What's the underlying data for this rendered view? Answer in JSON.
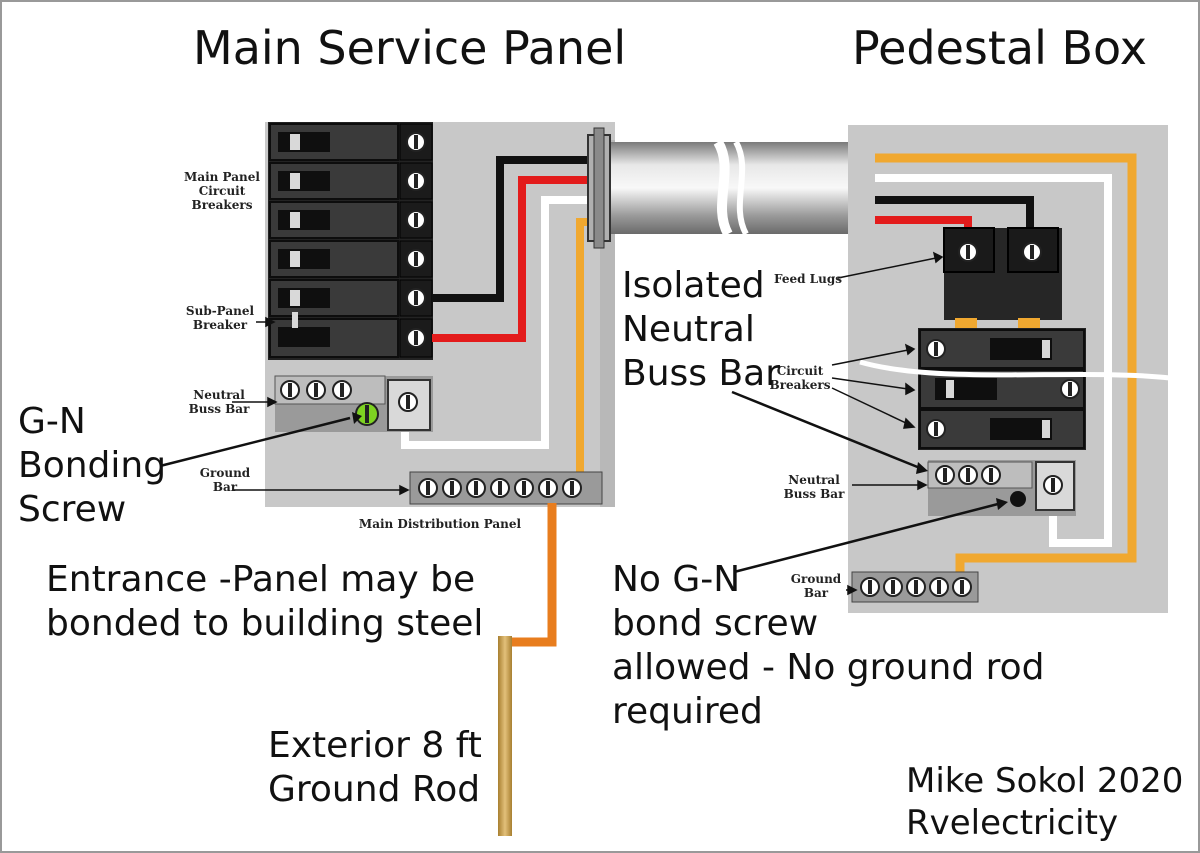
{
  "titles": {
    "main_panel": "Main Service Panel",
    "pedestal": "Pedestal Box"
  },
  "main_panel_labels": {
    "breakers": [
      "Main Panel",
      "Circuit",
      "Breakers"
    ],
    "sub_panel": [
      "Sub-Panel",
      "Breaker"
    ],
    "neutral_bar": [
      "Neutral",
      "Buss Bar"
    ],
    "ground_bar": [
      "Ground",
      "Bar"
    ],
    "distribution": "Main Distribution Panel"
  },
  "pedestal_labels": {
    "feed_lugs": "Feed Lugs",
    "circuit_breakers": [
      "Circuit",
      "Breakers"
    ],
    "neutral_bar": [
      "Neutral",
      "Buss Bar"
    ],
    "ground_bar": [
      "Ground",
      "Bar"
    ]
  },
  "callouts": {
    "gn_bonding": [
      "G-N",
      "Bonding",
      "Screw"
    ],
    "isolated_neutral": [
      "Isolated",
      "Neutral",
      "Buss Bar"
    ],
    "entrance": [
      "Entrance -Panel may be",
      "bonded to building steel"
    ],
    "no_gn": [
      "No G-N",
      "bond screw",
      "allowed - No ground rod required"
    ],
    "ground_rod": [
      "Exterior 8 ft",
      "Ground Rod"
    ],
    "credit": [
      "Mike Sokol 2020",
      "Rvelectricity"
    ]
  },
  "colors": {
    "hot_black": "#111111",
    "hot_red": "#e31b1b",
    "neutral_white": "#ffffff",
    "ground_orange": "#f0a830",
    "ground_wire": "#e87d1e",
    "rod": "#c9a24a",
    "panel": "#c8c8c8"
  }
}
